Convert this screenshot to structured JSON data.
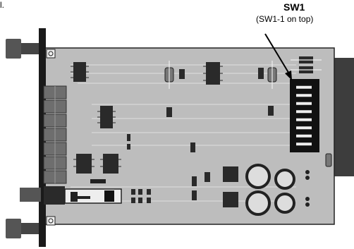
{
  "fragment": "l.",
  "callout": {
    "title": "SW1",
    "subtitle": "(SW1-1 on top)"
  },
  "switch": {
    "positions": 8
  },
  "colors": {
    "board": "#bdbdbd",
    "trace": "#dcdcdc",
    "panel": "#1a1a1a",
    "handle": "#555555",
    "chip": "#2a2a2a",
    "connector": "#3d3d3d",
    "switch_body": "#111111",
    "switch_toggle": "#eeeeee"
  }
}
